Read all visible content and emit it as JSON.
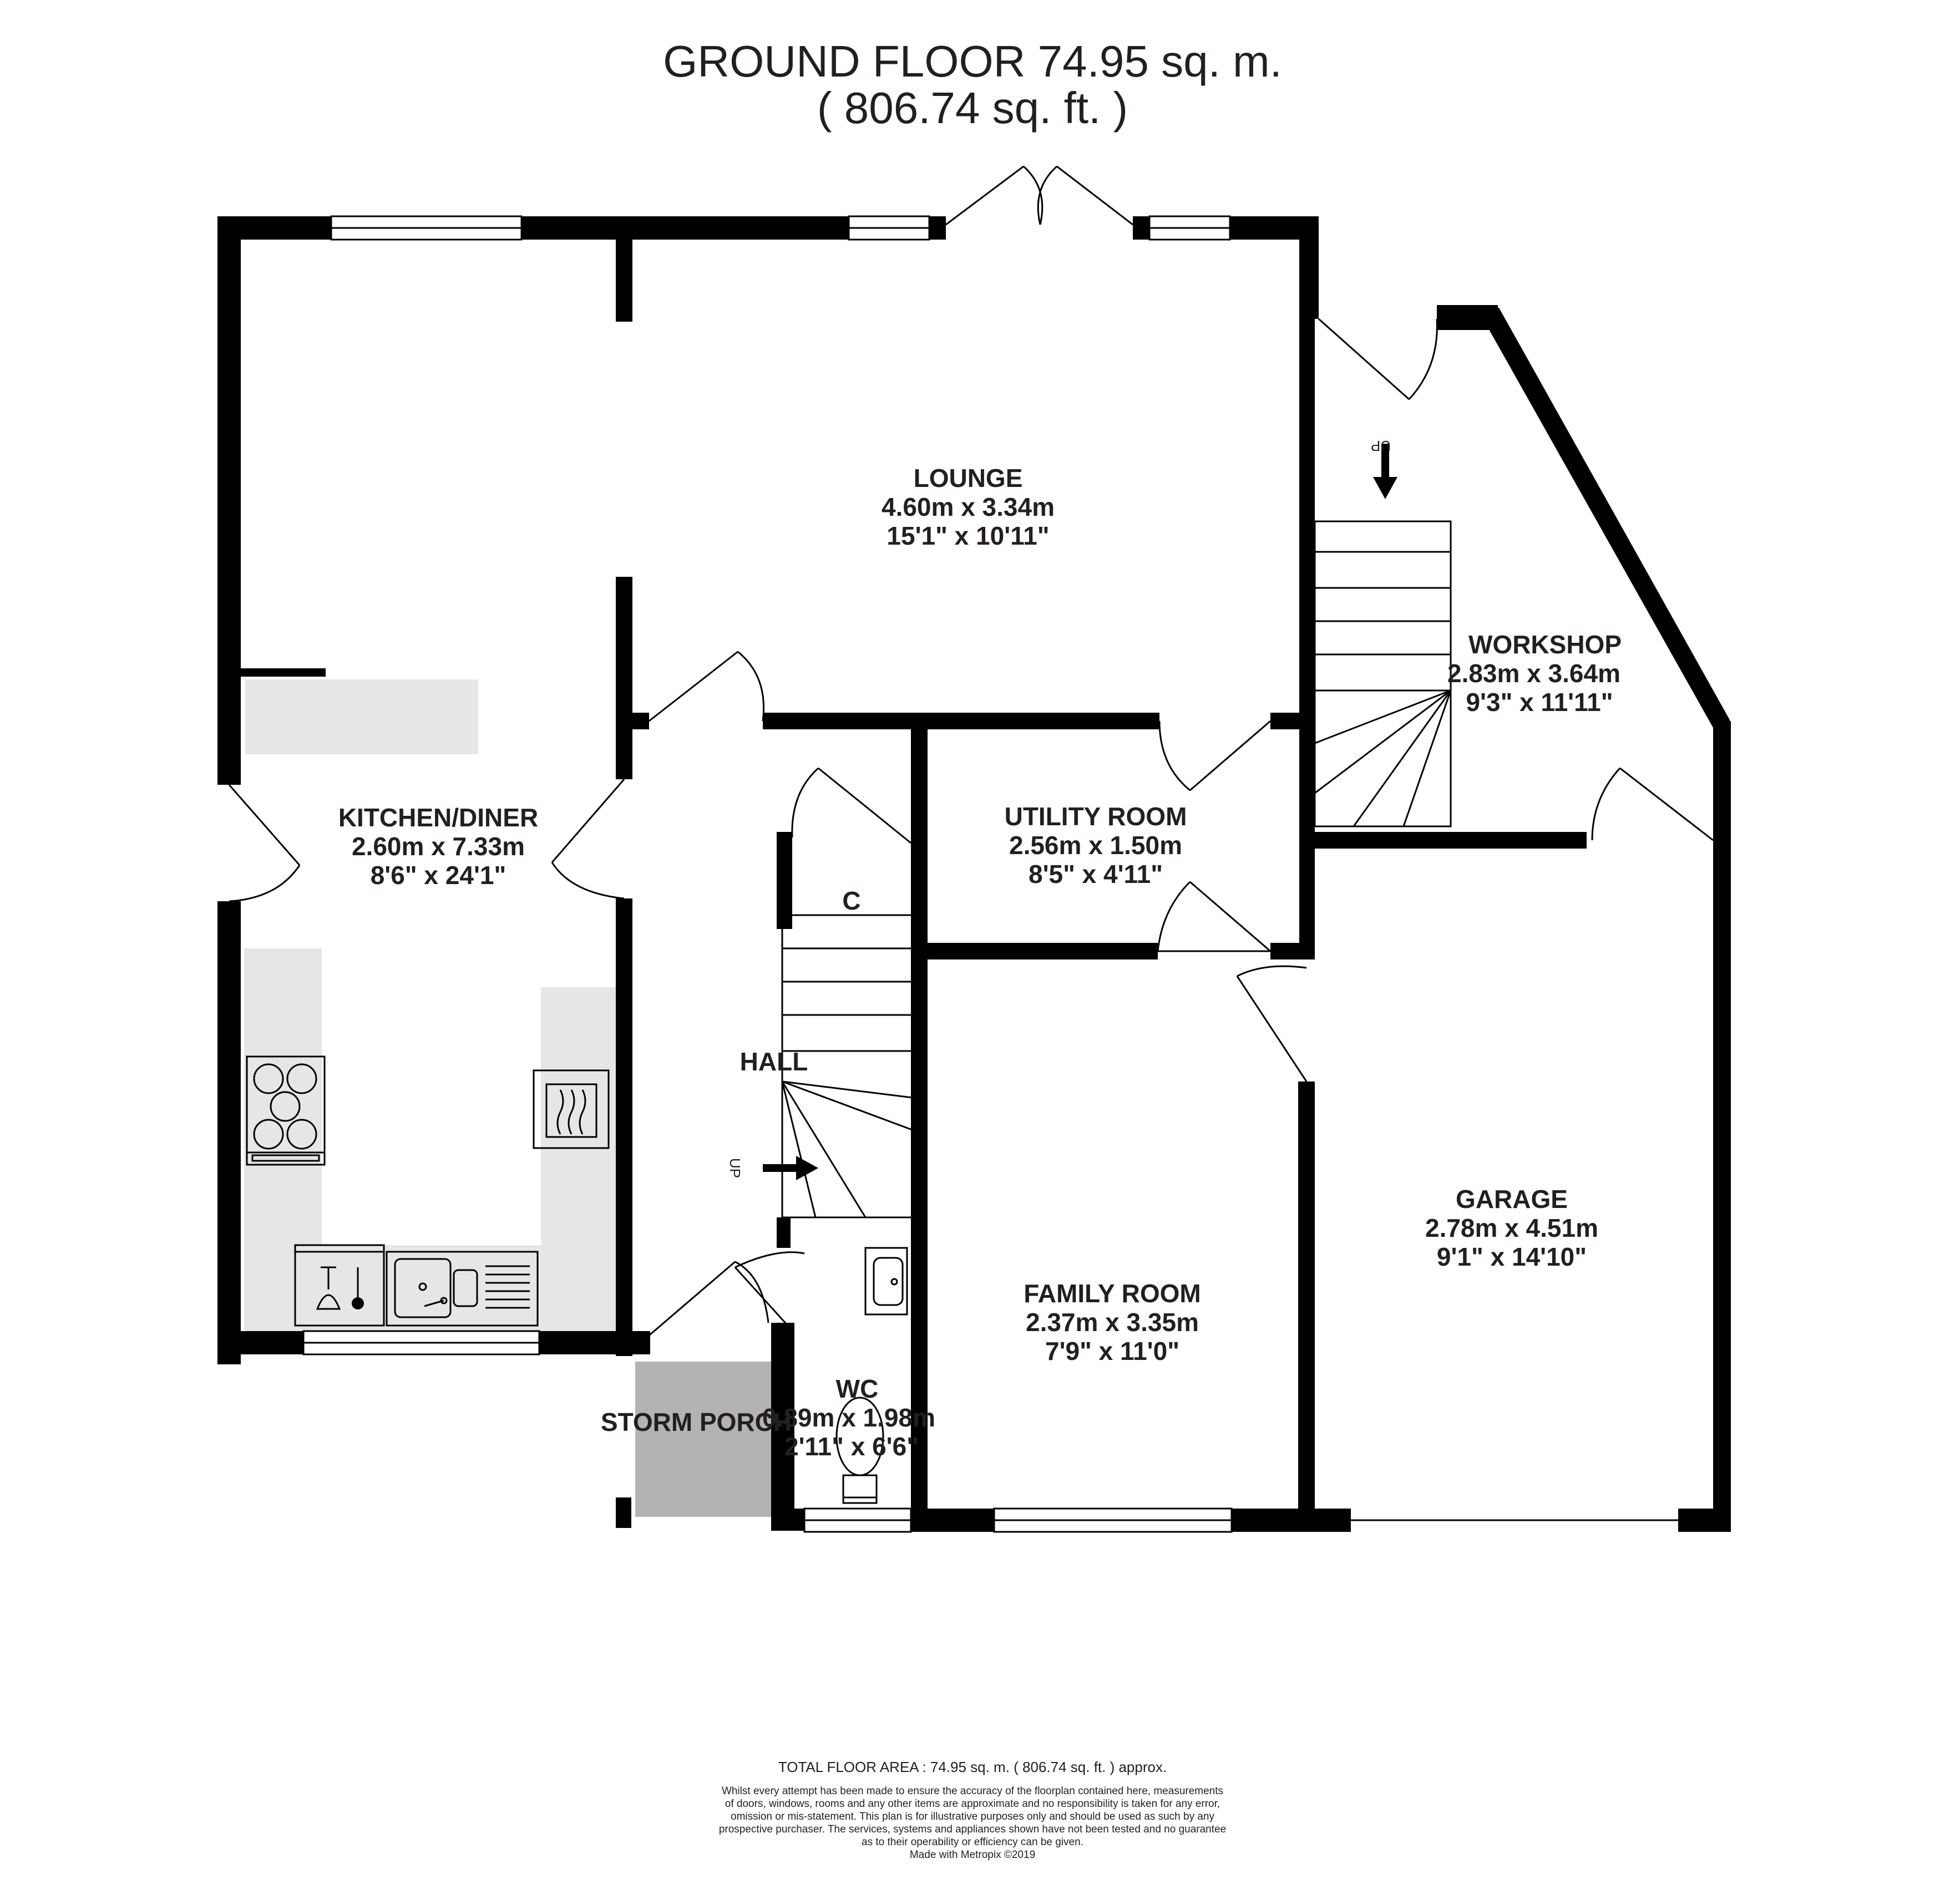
{
  "title": {
    "line1": "GROUND FLOOR 74.95 sq. m.",
    "line2": "( 806.74 sq. ft. )"
  },
  "rooms": {
    "lounge": {
      "name": "LOUNGE",
      "metric": "4.60m x 3.34m",
      "imperial": "15'1\" x 10'11\""
    },
    "kitchen": {
      "name": "KITCHEN/DINER",
      "metric": "2.60m x 7.33m",
      "imperial": "8'6\" x 24'1\""
    },
    "workshop": {
      "name": "WORKSHOP",
      "metric": "2.83m x 3.64m",
      "imperial": "9'3\" x 11'11\""
    },
    "utility": {
      "name": "UTILITY ROOM",
      "metric": "2.56m x 1.50m",
      "imperial": "8'5\" x 4'11\""
    },
    "garage": {
      "name": "GARAGE",
      "metric": "2.78m x 4.51m",
      "imperial": "9'1\" x 14'10\""
    },
    "family": {
      "name": "FAMILY ROOM",
      "metric": "2.37m x 3.35m",
      "imperial": "7'9\" x 11'0\""
    },
    "hall": {
      "name": "HALL"
    },
    "cupboard": {
      "name": "C"
    },
    "wc": {
      "name": "WC",
      "metric": "0.89m x 1.98m",
      "imperial": "2'11\" x 6'6\""
    },
    "porch": {
      "name": "STORM PORCH"
    }
  },
  "stairs": {
    "up_label": "UP"
  },
  "footer": {
    "total": "TOTAL FLOOR AREA : 74.95 sq. m. ( 806.74 sq. ft. ) approx.",
    "disclaimer_lines": [
      "Whilst every attempt has been made to ensure the accuracy of the floorplan contained here, measurements",
      "of doors, windows, rooms and any other items are approximate and no responsibility is taken for any error,",
      "omission or mis-statement. This plan is for illustrative purposes only and should be used as such by any",
      "prospective purchaser. The services, systems and appliances shown have not been tested and no guarantee",
      "as to their operability or efficiency can be given."
    ],
    "credit": "Made with Metropix ©2019"
  },
  "colors": {
    "wall": "#000000",
    "counter": "#e6e6e6",
    "porch": "#b3b3b3",
    "text": "#231f20"
  }
}
